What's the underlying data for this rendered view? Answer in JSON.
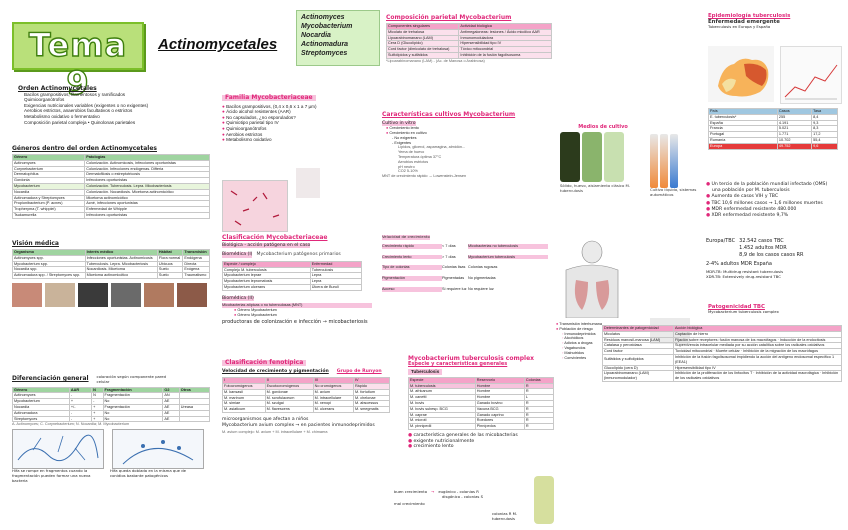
{
  "title": {
    "tema": "Tema 9",
    "main": "Actinomycetales"
  },
  "genera": [
    "Actinomyces",
    "Mycobacterium",
    "Nocardia",
    "Actinomadura",
    "Streptomyces"
  ],
  "orden": {
    "header": "Orden Actinomycetales",
    "items": [
      "Bacilos grampositivos, filamentosos y ramificados",
      "Quimioorganótrofos",
      "Exigencias nutricionales variables (exigentes o no exigentes)",
      "Aerobios estrictos, anaerobios facultativos o estrictos",
      "Metabolismo oxidativo o fermentativo",
      "Composición parietal compleja  •  Quinolonas parietales"
    ]
  },
  "generos": {
    "header": "Géneros dentro del orden Actinomycetales",
    "cols": [
      "Género",
      "Patologías"
    ],
    "rows": [
      [
        "Actinomyces",
        "Colonización. Actinomicosis, infecciones oportunistas"
      ],
      [
        "Corynebacterium",
        "Colonización. Infecciones endógenas. Difteria"
      ],
      [
        "Dermatophilus",
        "Dermatofilosis o estreptotricosis"
      ],
      [
        "Gordonia",
        "Infecciones oportunistas"
      ],
      [
        "Mycobacterium",
        "Colonización. Tuberculosis. Lepra. Micobacteriosis"
      ],
      [
        "Nocardia",
        "Colonización. Nocardiosis. Micetoma actinomicótico"
      ],
      [
        "Actinomadura y Streptomyces",
        "Micetoma actinomicótico"
      ],
      [
        "Propionibacterium (P. acnes)",
        "Acné, infecciones oportunistas"
      ],
      [
        "Tropheryma (T. whipplei)",
        "Enfermedad de Whipple"
      ],
      [
        "Tsukamurella",
        "Infecciones oportunistas"
      ]
    ]
  },
  "vision": {
    "header": "Visión médica",
    "cols": [
      "Organismo",
      "Interés médico",
      "Hábitat",
      "Transmisión"
    ],
    "rows": [
      [
        "Actinomyces spp.",
        "Infecciones oportunistas. Actinomicosis",
        "Flora normal",
        "Endógena"
      ],
      [
        "Mycobacterium spp.",
        "Tuberculosis. Lepra. Micobacteriosis",
        "Ubicuos",
        "Directa"
      ],
      [
        "Nocardia spp.",
        "Nocardiosis. Micetoma",
        "Suelo",
        "Exógena"
      ],
      [
        "Actinomadura spp. / Streptomyces spp.",
        "Micetoma actinomicótico",
        "Suelo",
        "Traumatismo"
      ]
    ]
  },
  "diferenciacion": {
    "header": "Diferenciación general",
    "note": "coloración según componente pared celular",
    "cols": [
      "Género",
      "AAR",
      "N",
      "Fragmentación",
      "O2",
      "Otros"
    ],
    "rows": [
      [
        "Actinomyces",
        "-",
        "N",
        "Fragmentación",
        "AN",
        ""
      ],
      [
        "Mycobacterium",
        "+",
        "-",
        "No",
        "AE",
        ""
      ],
      [
        "Nocardia",
        "+/-",
        "+",
        "Fragmentación",
        "AE",
        "Ureasa"
      ],
      [
        "Actinomadura",
        "-",
        "+",
        "No",
        "AE",
        ""
      ],
      [
        "Streptomyces",
        "-",
        "+",
        "No",
        "AE",
        ""
      ]
    ],
    "caption": "A. Actinomyces; C. Corynebacterium; N. Nocardia; M. Mycobacterium",
    "img1_caption": "Hifa se rompe en fragmentos cuando la fragmentación pueden formar una nueva bacteria",
    "img2_caption": "Hifa queda doblada en la misma que de conidios bastante patogénicos"
  },
  "familia": {
    "header": "Familia Mycobacteriaceae",
    "items": [
      "Bacilos grampositivos, (0,4 x 0,6 x 1 a 7 µm)",
      "Ácido alcohol resistentes (AAR)",
      "No capsulados, ¿no esporulados?",
      "Quimiotipo parietal tipo IV",
      "Quimioorganótrofos",
      "Aerobios estrictos",
      "Metabolismo oxidativo"
    ]
  },
  "clasificacion": {
    "header": "Clasificación Mycobacteriaceae",
    "sub1": "Biológica - acción patógena en el caso",
    "sub2": "Biomédica (I)",
    "sub2b": "Mycobacterium patógenos primarios",
    "cols": [
      "Especie / complejo",
      "Enfermedad"
    ],
    "rows": [
      [
        "Complejo M. tuberculosis",
        "Tuberculosis"
      ],
      [
        "Mycobacterium leprae",
        "Lepra"
      ],
      [
        "Mycobacterium lepromatosis",
        "Lepra"
      ],
      [
        "Mycobacterium ulcerans",
        "Úlcera de Buruli"
      ]
    ],
    "sub3": "Biomédica (II)",
    "sub3b": "Micobacterias atípicas o no tuberculosas (MNT)",
    "sub3c": "productoras de colonización e infección → micobacteriosis",
    "genero_a": "Género Mycobacterium",
    "genero_b": "Género Mycobacterium"
  },
  "fenotipica": {
    "header": "Clasificación fenotípica",
    "sub": "Velocidad de crecimiento y pigmentación",
    "grupo": "Grupo de Runyon",
    "cols": [
      "",
      "Crecimiento lento",
      "",
      "",
      "Crecimiento rápido"
    ],
    "groups": [
      "I",
      "II",
      "III",
      "IV"
    ],
    "labels": [
      "Fotocromógenos",
      "Escotocromógenos",
      "No cromógenos",
      "Rápido"
    ],
    "rows": [
      [
        "M. kansasii",
        "M. gordonae",
        "M. avium",
        "M. fortuitum"
      ],
      [
        "M. marinum",
        "M. scrofulaceum",
        "M. intracellulare",
        "M. chelonae"
      ],
      [
        "M. simiae",
        "M. szulgai",
        "M. xenopi",
        "M. abscessus"
      ],
      [
        "M. asiaticum",
        "M. flavescens",
        "M. ulcerans",
        "M. smegmatis"
      ]
    ],
    "note1": "microorganismos que afectan a niños",
    "note2": "Mycobacterium avium complex → en pacientes inmunodeprimidos",
    "note3": "M. avium complejo: M. avium + M. intracellulare + M. chimaera"
  },
  "composicion": {
    "header": "Composición parietal Mycobacterium",
    "cols": [
      "Componentes",
      "Actividad biológica"
    ],
    "rows": [
      [
        "Componentes singulares",
        "Actividad biológica"
      ],
      [
        "Micolato de trehalosa",
        "Antimegaloneas: lesiones / Ácido micólico AAR"
      ],
      [
        "Lipoarabinomanano (LAM)",
        "Inmunomoduladora"
      ],
      [
        "Cera D (Glucolípido)",
        "Hipersensibilidad tipo IV"
      ],
      [
        "Cord factor (dimicolato de trehalosa)",
        "Tóxico mitocondrial"
      ],
      [
        "Sulfolípidos y sulfátidos",
        "Inhibición de la fusión fagolisosoma"
      ]
    ],
    "foot": "*Lipoarabinomanano (LAM) - (Ac. de Manosa o Arabinosa)"
  },
  "caracteristicas": {
    "header": "Características cultivos Mycobacterium",
    "cultivo": "Cultivo in vitro",
    "medios": "Medios de cultivo",
    "items": [
      "Crecimiento lento",
      "Crecimiento en cultivo",
      "No exigentes",
      "Exigentes"
    ],
    "sub_items": [
      "Lípidos, glicerol, asparragina, almidón...",
      "Yema de huevo",
      "Temperatura óptima 37°C",
      "Aerobios estrictos",
      "pH neutro",
      "CO2 5-10%"
    ],
    "col_note": "MNT de crecimiento rápido → Lowenstein-Jensen",
    "velocidad": "Velocidad de crecimiento",
    "v_rows": [
      [
        "Crecimiento rápido",
        "< 7 días",
        "Micobacterias no tuberculosis"
      ],
      [
        "Crecimiento lento",
        "> 7 días",
        "Mycobacterium tuberculosis"
      ],
      [
        "Tipo de colonias",
        "Colonias lisas",
        "Colonias rugosas"
      ],
      [
        "Pigmentación",
        "Pigmentadas",
        "No pigmentadas"
      ],
      [
        "Acceso",
        "Sí requiere luz",
        "No requiere luz"
      ]
    ],
    "media_caption": "Sólido, huevo, aislamiento clásico M. tuberculosis",
    "media_caption2": "Cultivo líquido, sistemas automáticos"
  },
  "complejo": {
    "header": "Mycobacterium tuberculosis complex",
    "sub": "Especie y características generales",
    "table_header": "Tuberculosis",
    "cols": [
      "Especie",
      "Reservorio",
      "Colonias"
    ],
    "rows": [
      [
        "M. tuberculosis",
        "Hombre",
        "R"
      ],
      [
        "M. africanum",
        "Hombre",
        "R"
      ],
      [
        "M. canetti",
        "Hombre",
        "L"
      ],
      [
        "M. bovis",
        "Ganado bovino",
        "R"
      ],
      [
        "M. bovis subesp. BCG",
        "Vacuna BCG",
        "R"
      ],
      [
        "M. caprae",
        "Ganado caprino",
        "R"
      ],
      [
        "M. microti",
        "Roedores",
        "R"
      ],
      [
        "M. pinnipedii",
        "Pinnípedos",
        "R"
      ]
    ],
    "caract": [
      "característica generales de las micobacterias",
      "exigente nutricionalmente",
      "crecimiento lento"
    ],
    "buen_crecimiento": "buen crecimiento",
    "eugonico": "eugónico - colonias R",
    "disgonico": "disgónico - colonias S",
    "mal_crecimiento": "mal crecimiento",
    "colonias_mtb": "colonias R M. tuberculosis"
  },
  "epidemiologia": {
    "header": "Epidemiología tuberculosis",
    "sub": "Enfermedad emergente",
    "sub2": "Tuberculosis en Europa y España",
    "table_cols": [
      "País",
      "Casos",
      "Tasa"
    ],
    "table_rows": [
      [
        "E. tuberculosis*",
        "255",
        "8,4"
      ],
      [
        "España",
        "4.191",
        "9,3"
      ],
      [
        "Francia",
        "5.021",
        "8,3"
      ],
      [
        "Portugal",
        "1.771",
        "17,2"
      ],
      [
        "Rumanía",
        "10.702",
        "55,4"
      ],
      [
        "Europa",
        "49.752",
        "9,6"
      ]
    ],
    "notes": [
      "Un tercio de la población mundial infectado (OMS)",
      "una población por M. tuberculosis",
      "Aumento de casos VIH y TBC",
      "TBC 10,6 millones casos → 1,6 millones muertes",
      "MDR enfermedad resistente 480.000",
      "XDR enfermedad resistente 9,7%"
    ],
    "europa": "Europa/TBC",
    "europa_vals": [
      "32.542 casos TBC",
      "1.452 adultos MDR",
      "8,9 de los casos casos RR"
    ],
    "multi": "2-4% adultos MDR España",
    "mdr": "MDR-TB: Multidrug resistant tuberculosis",
    "xdr": "XDR-TB: Extensively drug-resistant TBC",
    "patogenicidad": "Patogenicidad TBC",
    "pat_sub": "Mycobacterium tuberculosis complex"
  },
  "transmision": {
    "items": [
      "Transmisión interhumana",
      "Población de riesgo",
      "Inmunodeprimidos",
      "Alcohólicos",
      "Adictos a drogas",
      "Vagabundos",
      "Malnutridos",
      "Convivientes"
    ]
  },
  "determinantes": {
    "cols": [
      "Determinantes de patogenicidad",
      "Acción biológica"
    ],
    "rows": [
      [
        "Micolatos",
        "Captación de hierro"
      ],
      [
        "Residuos manosil-manosa (LAM)",
        "Fijación sobre receptores: fusión manosa de los macrófagos · Inducción de la endocitosis"
      ],
      [
        "Catalasa y peroxidasa",
        "Supervivencia intracelular mediada por su acción catalítica sobre los radicales oxidativos"
      ],
      [
        "Cord factor",
        "Toxicidad mitocondrial · Muerte celular · Inhibición de la migración de los macrófagos"
      ],
      [
        "Sulfátidos y sulfolípidos",
        "Inhibición de la fusión fagolisosomal impidiendo la acción del antígeno endosomal específico 1 (EEA1)"
      ],
      [
        "Glucolípido (cera D)",
        "Hipersensibilidad tipo IV"
      ],
      [
        "Lipoarabinomanano (LAM) (inmunomodulador)",
        "Inhibición de la proliferación de los linfocitos T · Inhibición de la actividad macrofágica · Inhibición de los radicales oxidativos"
      ]
    ]
  },
  "colors": {
    "green": "#7cbf2a",
    "pink": "#e0287a",
    "light_green": "#c9ebb0",
    "light_pink": "#f7c3dd"
  }
}
